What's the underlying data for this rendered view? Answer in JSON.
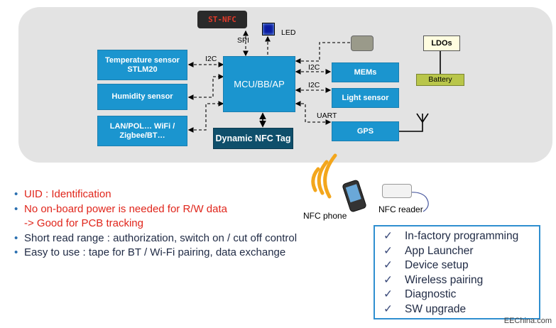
{
  "blocks": {
    "temperature": "Temperature sensor STLM20",
    "humidity": "Humidity sensor",
    "lan": "LAN/POL… WiFi / Zigbee/BT…",
    "mcu": "MCU/BB/AP",
    "nfc_tag": "Dynamic NFC Tag",
    "mems": "MEMs",
    "light": "Light sensor",
    "gps": "GPS",
    "ldos": "LDOs",
    "battery": "Battery"
  },
  "labels": {
    "spi": "SPI",
    "led": "LED",
    "i2c_left": "I2C",
    "i2c_mems": "I2C",
    "i2c_light": "I2C",
    "uart": "UART",
    "nfc_phone": "NFC phone",
    "nfc_reader": "NFC reader",
    "display_text": "ST-NFC"
  },
  "bullets": [
    {
      "text": "UID : Identification",
      "color": "#e0251b"
    },
    {
      "text": "No on-board power is needed for R/W data",
      "color": "#e0251b"
    },
    {
      "text": "-> Good for PCB tracking",
      "color": "#e0251b",
      "indent": true
    },
    {
      "text": "Short read range : authorization, switch on / cut off control",
      "color": "#1f2a44"
    },
    {
      "text": "Easy to use : tape for BT / Wi-Fi pairing, data exchange",
      "color": "#1f2a44"
    }
  ],
  "checklist": [
    "In-factory programming",
    "App Launcher",
    "Device setup",
    "Wireless pairing",
    "Diagnostic",
    "SW upgrade"
  ],
  "checkmark": "✓",
  "footer": "EEChina.com",
  "colors": {
    "block": "#1b95cf",
    "tag": "#0f4f6b",
    "ldo": "#fffde0",
    "battery": "#b9c64a"
  }
}
